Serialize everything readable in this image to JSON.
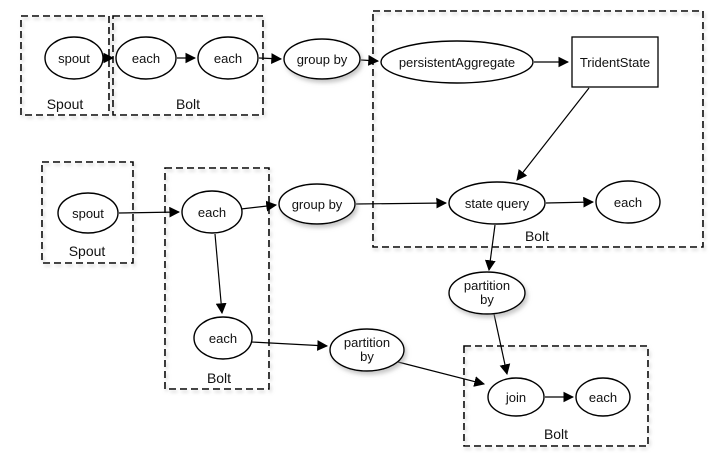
{
  "colors": {
    "background": "#ffffff",
    "node_fill": "#ffffff",
    "stroke": "#000000",
    "text": "#111111",
    "shadow": "#999999"
  },
  "boxes": {
    "spout_box_1": {
      "label": "Spout"
    },
    "bolt_box_1": {
      "label": "Bolt"
    },
    "bolt_box_2": {
      "label": "Bolt"
    },
    "spout_box_2": {
      "label": "Spout"
    },
    "bolt_box_3": {
      "label": "Bolt"
    },
    "bolt_box_4": {
      "label": "Bolt"
    }
  },
  "nodes": {
    "spout_1": {
      "label": "spout"
    },
    "each_1": {
      "label": "each"
    },
    "each_2": {
      "label": "each"
    },
    "group_by_1": {
      "label": "group by"
    },
    "persistent_aggregate": {
      "label": "persistentAggregate"
    },
    "trident_state": {
      "label": "TridentState"
    },
    "spout_2": {
      "label": "spout"
    },
    "each_3": {
      "label": "each"
    },
    "group_by_2": {
      "label": "group by"
    },
    "state_query": {
      "label": "state query"
    },
    "each_4": {
      "label": "each"
    },
    "each_5": {
      "label": "each"
    },
    "partition_by_1": {
      "label": "partition by",
      "lines": [
        "partition",
        "by"
      ]
    },
    "partition_by_2": {
      "label": "partition by",
      "lines": [
        "partition",
        "by"
      ]
    },
    "join": {
      "label": "join"
    },
    "each_6": {
      "label": "each"
    }
  },
  "edges": [
    {
      "from": "spout_1",
      "to": "each_1"
    },
    {
      "from": "each_1",
      "to": "each_2"
    },
    {
      "from": "each_2",
      "to": "group_by_1"
    },
    {
      "from": "group_by_1",
      "to": "persistent_aggregate"
    },
    {
      "from": "persistent_aggregate",
      "to": "trident_state"
    },
    {
      "from": "trident_state",
      "to": "state_query"
    },
    {
      "from": "spout_2",
      "to": "each_3"
    },
    {
      "from": "each_3",
      "to": "group_by_2"
    },
    {
      "from": "group_by_2",
      "to": "state_query"
    },
    {
      "from": "state_query",
      "to": "each_4"
    },
    {
      "from": "state_query",
      "to": "partition_by_2"
    },
    {
      "from": "each_3",
      "to": "each_5"
    },
    {
      "from": "each_5",
      "to": "partition_by_1"
    },
    {
      "from": "partition_by_1",
      "to": "join"
    },
    {
      "from": "partition_by_2",
      "to": "join"
    },
    {
      "from": "join",
      "to": "each_6"
    }
  ]
}
